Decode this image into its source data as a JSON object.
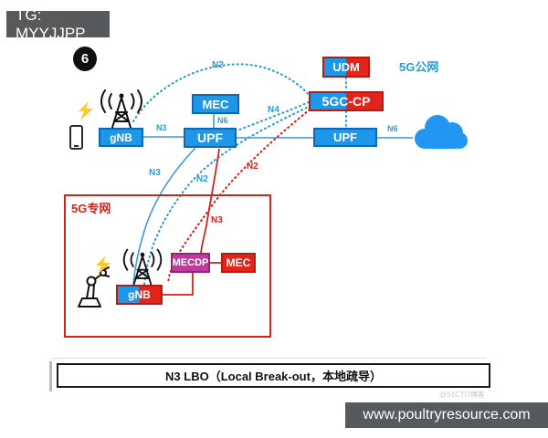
{
  "watermarks": {
    "telegram": "TG: MYYJJPP",
    "site": "www.poultryresource.com",
    "tiny": "@51CTO博客"
  },
  "badge": {
    "number": "6"
  },
  "regions": {
    "public_label": "5G公网",
    "private_label": "5G专网"
  },
  "nodes": {
    "gnb_top": "gNB",
    "mec_top": "MEC",
    "upf_left": "UPF",
    "udm": "UDM",
    "cp": "5GC-CP",
    "upf_right": "UPF",
    "mecdp": "MECDP",
    "mec_bottom": "MEC",
    "gnb_bottom": "gNB"
  },
  "edge_labels": {
    "n3_access": "N3",
    "n6_mec": "N6",
    "n6_dn": "N6",
    "n2_top_arc": "N2",
    "n4": "N4",
    "n3_private_blue": "N3",
    "n2_private_blue": "N2",
    "n2_private_red": "N2",
    "n3_lbo_red": "N3"
  },
  "caption": "N3 LBO（Local Break-out，本地疏导）",
  "icons": [
    "phone-icon",
    "lightning-icon",
    "antenna-icon",
    "cloud-icon",
    "robot-arm-icon"
  ],
  "colors": {
    "node_blue": "#1E97E8",
    "node_red": "#E2241B",
    "node_magenta": "#C0399F",
    "line_solid_blue": "#3A9AD9",
    "line_dotted_blue": "#2E9BD0",
    "line_red": "#D0251C",
    "region_border_red": "#D0251C",
    "public_label_blue": "#2E9BD0",
    "cloud_blue": "#2196F3",
    "watermark_bg": "#58595B",
    "lightning_yellow": "#FFC825"
  }
}
